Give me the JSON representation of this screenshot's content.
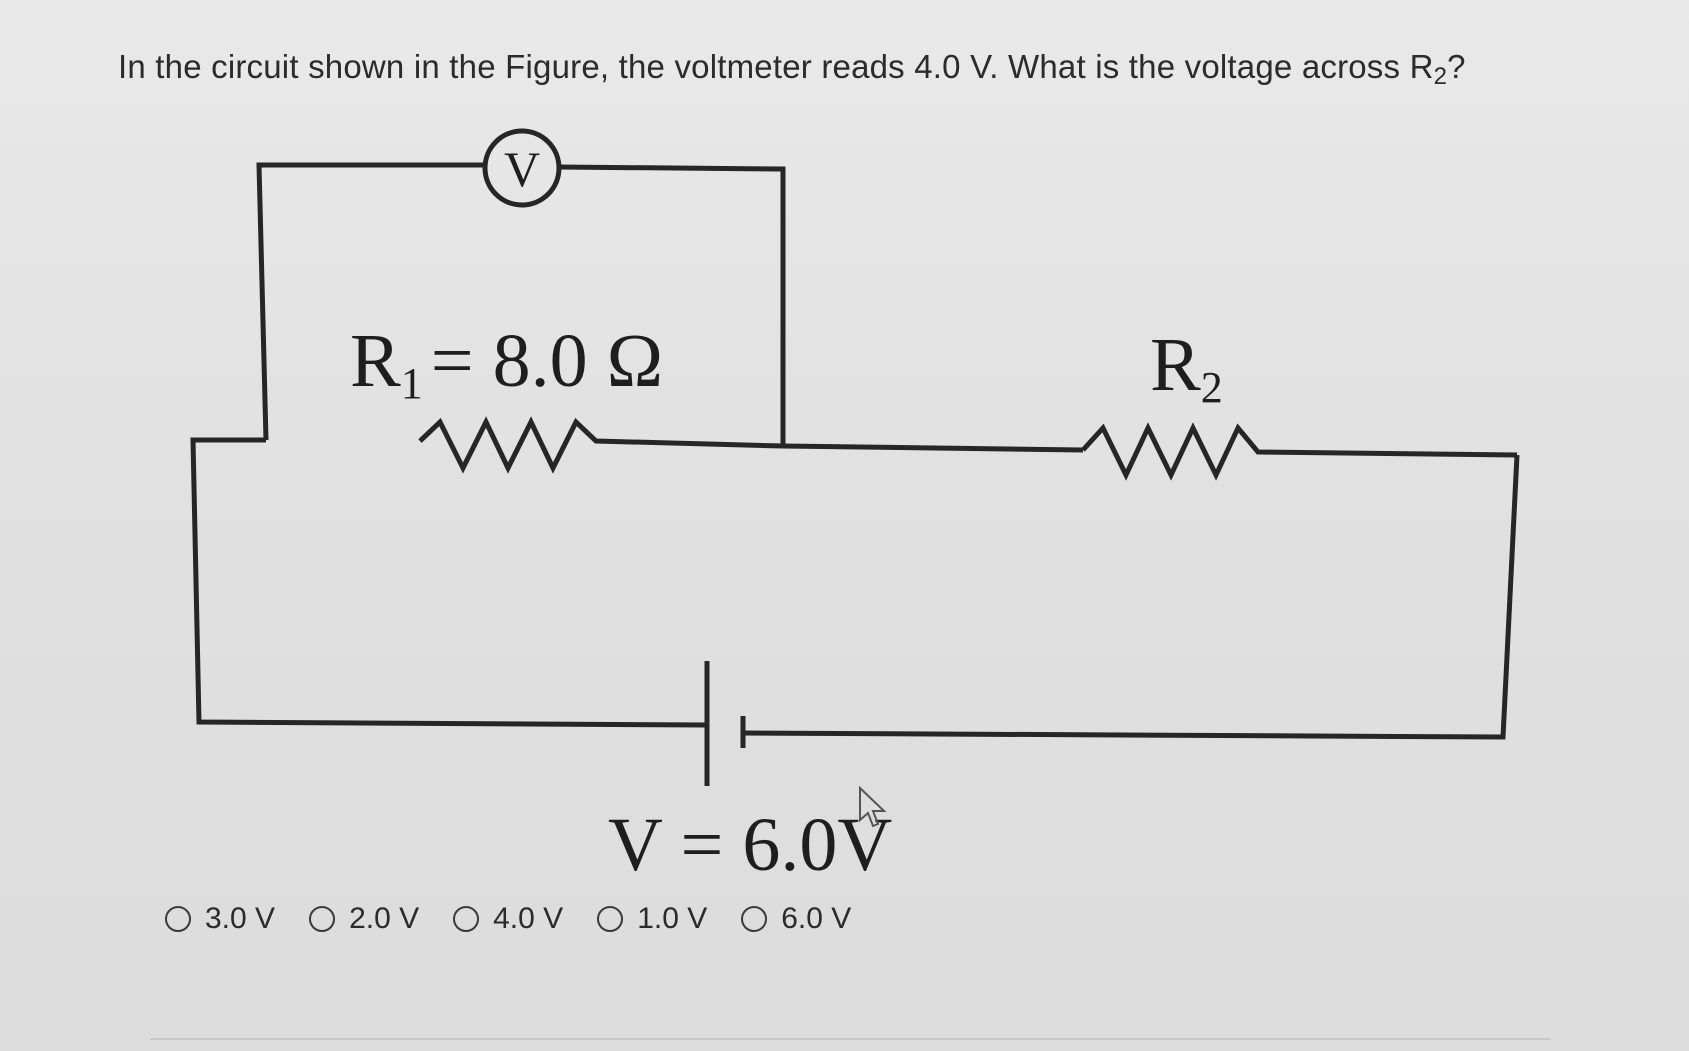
{
  "question": {
    "text_before": "In the circuit shown in the Figure, the voltmeter reads 4.0 V. What is the voltage across R",
    "sub": "2",
    "text_after": "?"
  },
  "diagram": {
    "voltmeter_symbol": "V",
    "r1_label_main": "R",
    "r1_label_sub": "1",
    "r1_label_value": "= 8.0 Ω",
    "r2_label_main": "R",
    "r2_label_sub": "2",
    "battery_label": "V = 6.0V"
  },
  "choices": [
    {
      "label": "3.0 V"
    },
    {
      "label": "2.0 V"
    },
    {
      "label": "4.0 V"
    },
    {
      "label": "1.0 V"
    },
    {
      "label": "6.0 V"
    }
  ],
  "icons": {
    "cursor": "mouse-pointer-icon",
    "radio": "radio-button-icon"
  }
}
